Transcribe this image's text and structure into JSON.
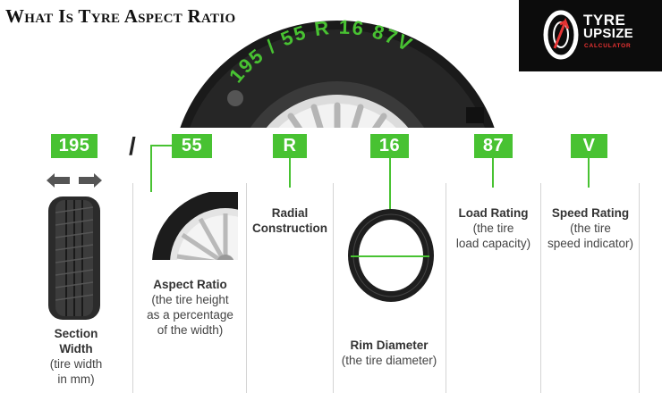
{
  "title": "What Is Tyre Aspect Ratio",
  "logo": {
    "line1": "TYRE",
    "line2": "UPSIZE",
    "line3": "CALCULATOR"
  },
  "sidewall_text": "195 / 55 R 16 87V",
  "codes": {
    "width": "195",
    "slash": "/",
    "aspect": "55",
    "construction": "R",
    "rim": "16",
    "load": "87",
    "speed": "V"
  },
  "labels": {
    "width": {
      "title1": "Section",
      "title2": "Width",
      "sub1": "(tire width",
      "sub2": "in mm)"
    },
    "aspect": {
      "title": "Aspect Ratio",
      "sub1": "(the tire height",
      "sub2": "as a percentage",
      "sub3": "of the width)"
    },
    "construction": {
      "title1": "Radial",
      "title2": "Construction"
    },
    "rim": {
      "title": "Rim Diameter",
      "sub": "(the tire diameter)"
    },
    "load": {
      "title": "Load Rating",
      "sub1": "(the tire",
      "sub2": "load capacity)"
    },
    "speed": {
      "title": "Speed Rating",
      "sub1": "(the tire",
      "sub2": "speed indicator)"
    }
  },
  "colors": {
    "accent": "#48c232",
    "logo_bg": "#0c0c0c",
    "logo_red": "#e33333"
  }
}
